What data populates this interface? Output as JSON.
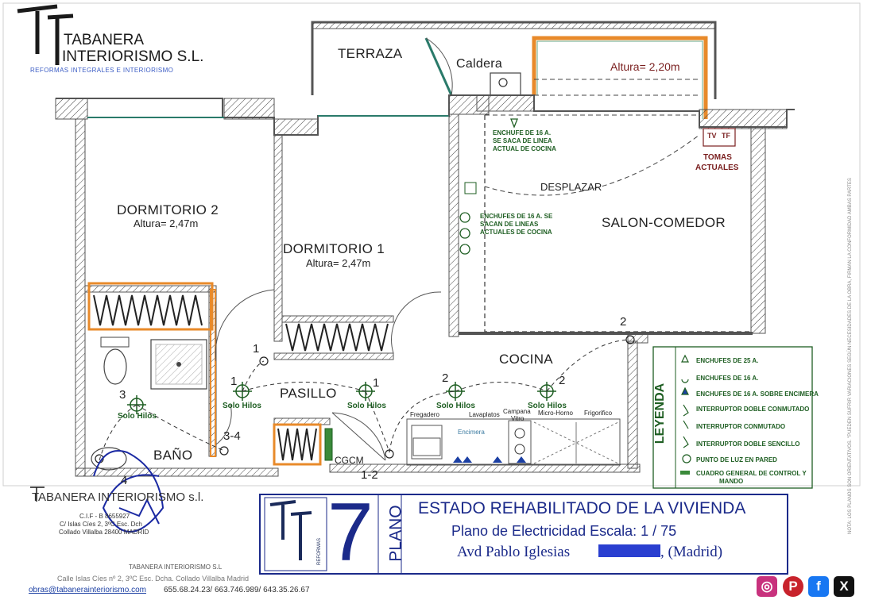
{
  "company": {
    "name_line1": "TABANERA",
    "name_line2": "INTERIORISMO S.L.",
    "tagline": "REFORMAS INTEGRALES E INTERIORISMO"
  },
  "rooms": {
    "terraza": "TERRAZA",
    "caldera": "Caldera",
    "altura_terraza": "Altura= 2,20m",
    "dormitorio2": "DORMITORIO 2",
    "dormitorio2_altura": "Altura= 2,47m",
    "dormitorio1": "DORMITORIO 1",
    "dormitorio1_altura": "Altura= 2,47m",
    "salon": "SALON-COMEDOR",
    "desplazar": "DESPLAZAR",
    "cocina": "COCINA",
    "pasillo": "PASILLO",
    "bano": "BAÑO",
    "cgcm": "CGCM"
  },
  "notes": {
    "enchufe_cocina": [
      "ENCHUFE DE 16 A.",
      "SE SACA DE LINEA",
      "ACTUAL DE COCINA"
    ],
    "enchufes_salon": [
      "ENCHUFES DE 16 A. SE",
      "SACAN DE LINEAS",
      "ACTUALES DE COCINA"
    ],
    "tomas": [
      "TOMAS",
      "ACTUALES"
    ],
    "tv": "TV",
    "tf": "TF"
  },
  "kitchen": {
    "fregadero": "Fregadero",
    "lavaplatos": "Lavaplatos",
    "campana": "Campana",
    "vitro": "Vitro",
    "micro": "Micro-Horno",
    "frigo": "Frigorifico",
    "encimera": "Encimera"
  },
  "circuits": {
    "solo_hilos": "Solo Hilos",
    "n1": "1",
    "n2": "2",
    "n3": "3",
    "n4": "4",
    "n34": "3-4",
    "n12": "1-2"
  },
  "legend": {
    "title": "LEYENDA",
    "items": [
      "ENCHUFES DE 25 A.",
      "ENCHUFES DE 16 A.",
      "ENCHUFES DE 16 A. SOBRE ENCIMERA",
      "INTERRUPTOR DOBLE CONMUTADO",
      "INTERRUPTOR CONMUTADO",
      "INTERRUPTOR DOBLE SENCILLO",
      "PUNTO DE LUZ EN PARED",
      "CUADRO GENERAL DE CONTROL Y",
      "MANDO"
    ]
  },
  "titleblock": {
    "plano_num": "7",
    "plano_label": "PLANO",
    "logo_sub": "REFORMAS",
    "line1": "ESTADO REHABILITADO DE LA VIVIENDA",
    "line2": "Plano de Electricidad  Escala: 1 / 75",
    "line3_a": "Avd Pablo Iglesias",
    "line3_b": ", (Madrid)"
  },
  "stamp": {
    "name": "TABANERA INTERIORISMO s.l.",
    "cif": "C.I.F - B 8655927",
    "addr1": "C/ Islas Cíes 2, 3ºC Esc. Dch",
    "addr2": "Collado Villalba 28400 MADRID"
  },
  "footer": {
    "company": "TABANERA INTERIORISMO S.L",
    "address": "Calle Islas Cíes nº 2, 3ºC Esc. Dcha. Collado Villalba Madrid",
    "email": "obras@tabanerainteriorismo.com",
    "phones": "655.68.24.23/ 663.746.989/ 643.35.26.67"
  },
  "sidenote": "NOTA: LOS PLANOS SON ORIENTATIVOS. \"PUEDEN SUFRIR VARIACIONES SEGÚN NECESIDADES DE LA OBRA, FIRMAN LA CONFORMIDAD AMBAS PARTES",
  "social": {
    "instagram": "◎",
    "pinterest": "P",
    "facebook": "f",
    "x": "X"
  },
  "colors": {
    "legend_green": "#1e5e22",
    "orange": "#e88a2a",
    "wall": "#555555",
    "title_blue": "#1b2a8a"
  }
}
